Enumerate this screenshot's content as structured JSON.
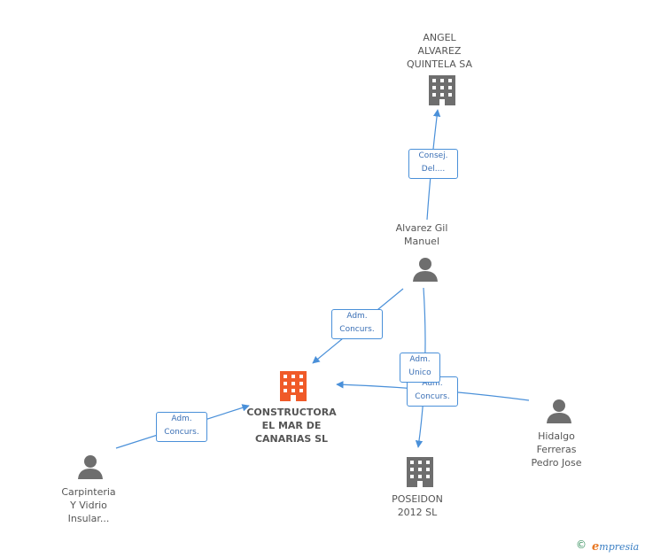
{
  "nodes": {
    "constructora": {
      "label": "CONSTRUCTORA\nEL MAR DE\nCANARIAS SL",
      "type": "company",
      "color": "#f05a28"
    },
    "angel": {
      "label": "ANGEL\nALVAREZ\nQUINTELA SA",
      "type": "company",
      "color": "#6e6e6e"
    },
    "alvarez": {
      "label": "Alvarez Gil\nManuel",
      "type": "person",
      "color": "#6e6e6e"
    },
    "hidalgo": {
      "label": "Hidalgo\nFerreras\nPedro Jose",
      "type": "person",
      "color": "#6e6e6e"
    },
    "carpinteria": {
      "label": "Carpinteria\nY Vidrio\nInsular...",
      "type": "person",
      "color": "#6e6e6e"
    },
    "poseidon": {
      "label": "POSEIDON\n2012 SL",
      "type": "company",
      "color": "#6e6e6e"
    }
  },
  "edges": {
    "alvarez_angel": "Consej.\nDel....",
    "alvarez_constructora": "Adm.\nConcurs.",
    "alvarez_poseidon": "Adm.\nUnico",
    "hidalgo_constructora": "Adm.\nConcurs.",
    "carpinteria_constructora": "Adm.\nConcurs."
  },
  "footer": {
    "copyright": "©",
    "brand_initial": "e",
    "brand_rest": "mpresia"
  },
  "colors": {
    "edge": "#4a90d9",
    "accent": "#f05a28",
    "icon": "#6e6e6e"
  }
}
